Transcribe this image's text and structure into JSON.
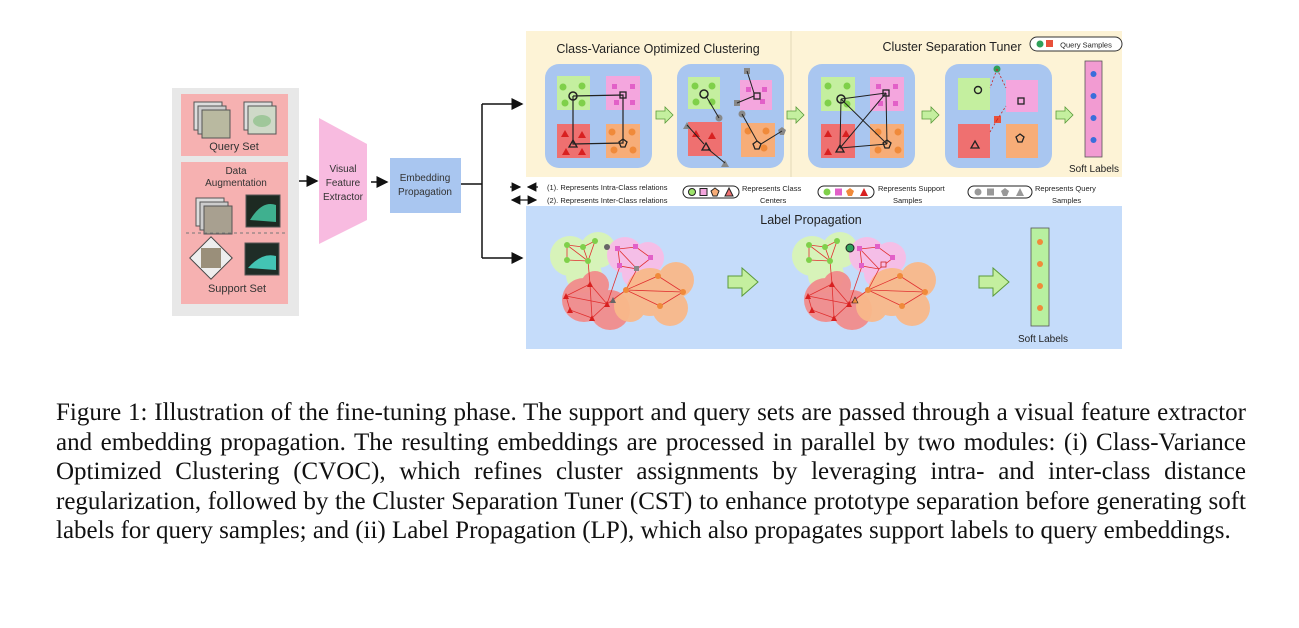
{
  "left_panel": {
    "query_set_label": "Query Set",
    "data_augmentation_label_line1": "Data",
    "data_augmentation_label_line2": "Augmentation",
    "support_set_label": "Support Set"
  },
  "visual_feature_extractor": [
    "Visual",
    "Feature",
    "Extractor"
  ],
  "embedding_propagation": [
    "Embedding",
    "Propagation"
  ],
  "cvoc": {
    "title": "Class-Variance Optimized Clustering"
  },
  "cst": {
    "title": "Cluster Separation Tuner",
    "soft_labels": "Soft Labels",
    "query_samples_badge": "Query Samples"
  },
  "legend": {
    "intra": "(1). Represents Intra-Class relations",
    "inter": "(2). Represents Inter-Class relations",
    "class_centers": [
      "Represents Class",
      "Centers"
    ],
    "support_samples": [
      "Represents Support",
      "Samples"
    ],
    "query_samples": [
      "Represents Query",
      "Samples"
    ]
  },
  "label_propagation": {
    "title": "Label Propagation",
    "soft_labels": "Soft Labels"
  },
  "colors": {
    "green": "#9ee46b",
    "pink": "#f4a6de",
    "red": "#ef7070",
    "orange": "#f7ad78",
    "panel_yellow": "#fdf3d6",
    "panel_blue": "#c5dcfa",
    "inner_blue": "#a9c6f0",
    "extractor_pink": "#f8bbe0"
  },
  "caption": {
    "label": "Figure 1:",
    "text": "Illustration of the fine-tuning phase. The support and query sets are passed through a visual feature extractor and embedding propagation. The resulting embeddings are processed in parallel by two modules: (i) Class-Variance Optimized Clustering (CVOC), which refines cluster assignments by leveraging intra- and inter-class distance regularization, followed by the Cluster Separation Tuner (CST) to enhance prototype separation before generating soft labels for query samples; and (ii) Label Propagation (LP), which also propagates support labels to query embeddings."
  }
}
